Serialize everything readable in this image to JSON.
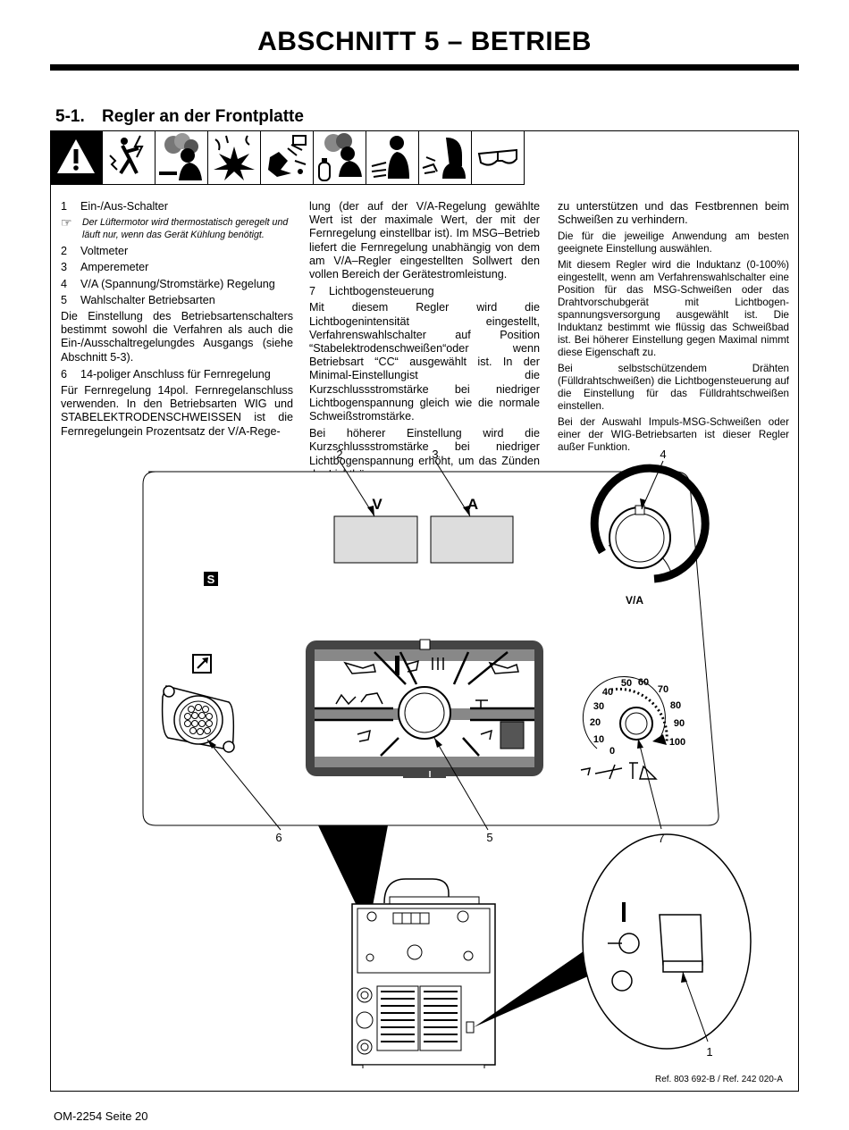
{
  "page_title": "ABSCHNITT 5 – BETRIEB",
  "section": {
    "number": "5-1.",
    "title": "Regler an der Frontplatte"
  },
  "safety_icons": [
    "warning-triangle-icon",
    "electric-shock-icon",
    "fumes-icon",
    "fire-sparks-icon",
    "spark-fire-icon",
    "fumes-cylinder-icon",
    "arc-rays-icon",
    "welder-hood-icon",
    "safety-glasses-icon"
  ],
  "col1": {
    "item1": {
      "n": "1",
      "t": "Ein-/Aus-Schalter"
    },
    "note": "Der Lüftermotor wird thermostatisch geregelt und läuft nur, wenn das Gerät Kühlung benötigt.",
    "item2": {
      "n": "2",
      "t": "Voltmeter"
    },
    "item3": {
      "n": "3",
      "t": "Amperemeter"
    },
    "item4": {
      "n": "4",
      "t": "V/A (Spannung/Stromstärke) Regelung"
    },
    "item5": {
      "n": "5",
      "t": "Wahlschalter Betriebsarten"
    },
    "p1": "Die Einstellung des Betriebsartenschalters bestimmt sowohl die Verfahren als auch die Ein-/Ausschaltregelungdes Ausgangs (siehe Abschnitt 5-3).",
    "item6": {
      "n": "6",
      "t": "14-poliger Anschluss für Fernregelung"
    },
    "p2": "Für Fernregelung 14pol. Fernregelanschluss verwenden. In den Betriebsarten WIG und STABELEKTRODENSCHWEISSEN ist die Fernregelungein Prozentsatz der V/A-Rege-"
  },
  "col2": {
    "p1": "lung (der auf der V/A-Regelung gewählte Wert ist der maximale Wert, der mit der Fernregelung einstellbar ist). Im MSG–Betrieb liefert die Fernregelung unabhängig von dem am V/A–Regler eingestellten Sollwert den vollen Bereich der Gerätestromleistung.",
    "item7": {
      "n": "7",
      "t": "Lichtbogensteuerung"
    },
    "p2": "Mit diesem Regler wird die Lichtbogenintensität eingestellt, Verfahrenswahlschalter auf Position “Stabelektrodenschweißen“oder wenn Betriebsart “CC“ ausgewählt ist. In der Minimal-Einstellungist die Kurzschlussstromstärke bei niedriger Lichtbogenspannung gleich wie die normale Schweißstromstärke.",
    "p3": "Bei höherer Einstellung wird die Kurzschlussstromstärke bei niedriger Lichtbogenspannung erhöht, um das Zünden der Lichtbögen"
  },
  "col3": {
    "p1": "zu unterstützen und das Festbrennen beim Schweißen zu verhindern.",
    "p2": "Die für die jeweilige Anwendung am besten geeignete Einstellung auswählen.",
    "p3": "Mit diesem Regler wird die Induktanz (0-100%) eingestellt, wenn am Verfahrenswahlschalter eine Position für das MSG-Schweißen oder das Drahtvorschubgerät mit Lichtbogen-spannungsversorgung ausgewählt ist. Die Induktanz bestimmt wie flüssig das Schweißbad ist. Bei höherer Einstellung gegen Maximal nimmt diese Eigenschaft zu.",
    "p4": "Bei selbstschützendem Drähten (Fülldrahtschweißen) die Lichtbogensteuerung auf die Einstellung für das Fülldrahtschweißen einstellen.",
    "p5": "Bei der Auswahl Impuls-MSG-Schweißen oder einer der WIG-Betriebsarten ist dieser Regler außer Funktion."
  },
  "diagram": {
    "callouts": [
      "1",
      "2",
      "3",
      "4",
      "5",
      "6",
      "7"
    ],
    "meter_v": "V",
    "meter_a": "A",
    "va_label": "V/A",
    "s_mark": "S",
    "power_symbol": "I",
    "dial_scale": [
      "0",
      "10",
      "20",
      "30",
      "40",
      "50",
      "60",
      "70",
      "80",
      "90",
      "100"
    ]
  },
  "reference": "Ref. 803 692-B / Ref. 242 020-A",
  "footer": "OM-2254 Seite 20"
}
